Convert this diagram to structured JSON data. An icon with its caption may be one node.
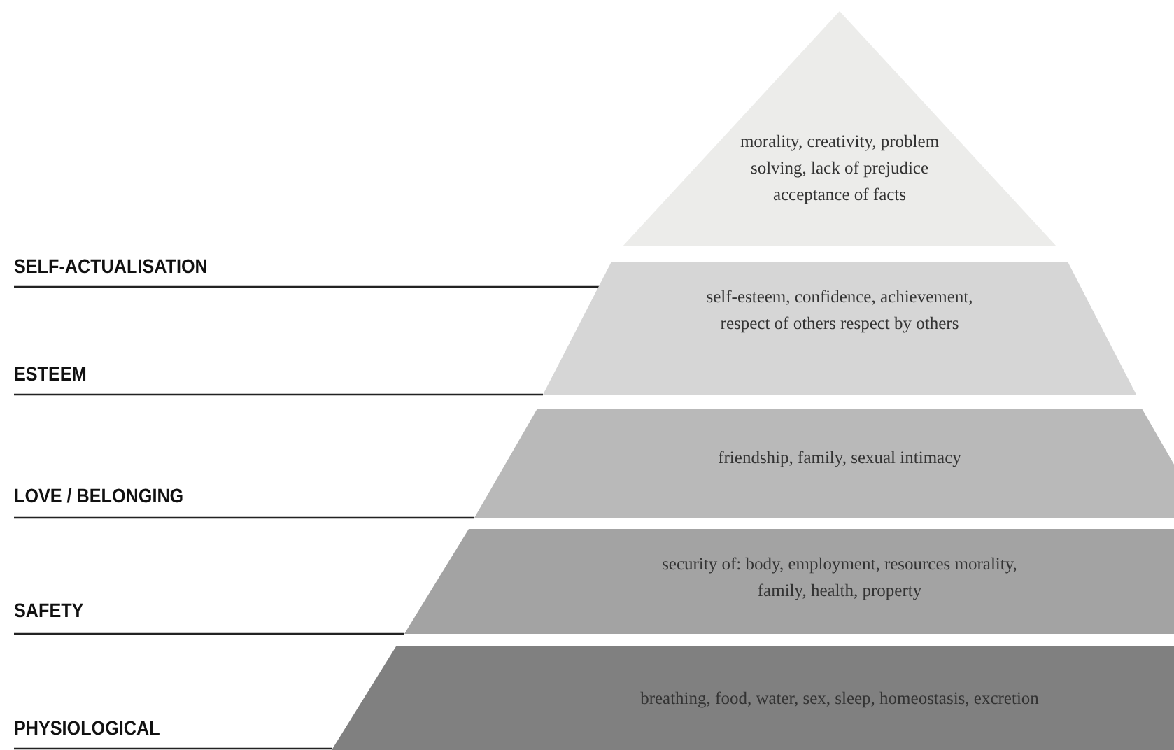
{
  "diagram": {
    "nodes": [
      {
        "text": [
          "SELF-ACTUALISATION",
          "morality, creativity, problem solving, lack of prejudice acceptance of facts"
        ]
      },
      {
        "text": [
          "ESTEEM",
          "self-esteem, confidence, achievement, respect of others respect by others"
        ]
      },
      {
        "text": [
          "LOVE / BELONGING",
          "friendship, family, sexual intimacy"
        ]
      },
      {
        "text": [
          "SAFETY",
          "security of: body, employment, resources morality, family, health, property"
        ]
      },
      {
        "text": [
          "PHYSIOLOGICAL",
          "breathing, food, water, sex, sleep, homeostasis, excretion"
        ]
      }
    ]
  }
}
